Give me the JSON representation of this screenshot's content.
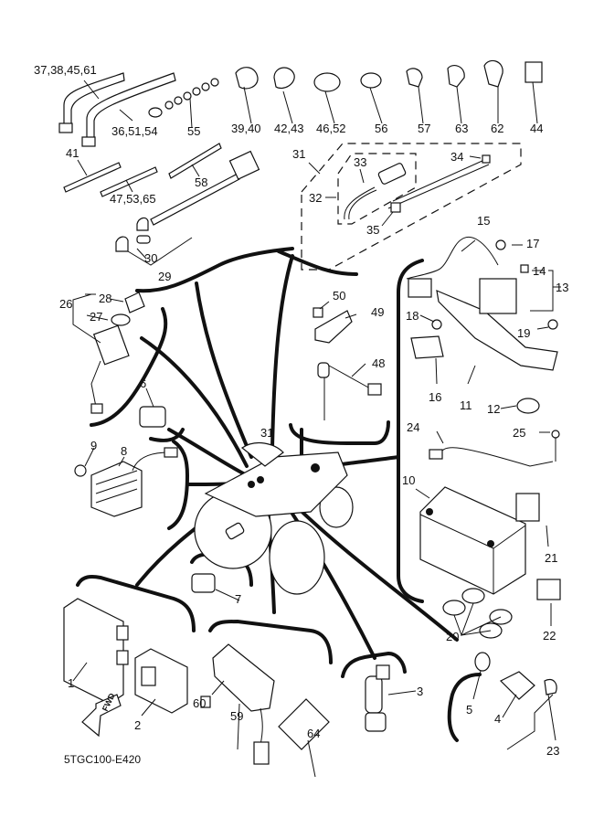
{
  "diagram": {
    "title_code": "5TGC100-E420",
    "fwd_label": "FWD",
    "labels": {
      "p37_38_45_61": "37,38,45,61",
      "p36_51_54": "36,51,54",
      "p55": "55",
      "p39_40": "39,40",
      "p42_43": "42,43",
      "p46_52": "46,52",
      "p56": "56",
      "p57": "57",
      "p63": "63",
      "p62": "62",
      "p44": "44",
      "p41": "41",
      "p47_53_65": "47,53,65",
      "p58": "58",
      "p31_top": "31",
      "p33": "33",
      "p34": "34",
      "p32": "32",
      "p35": "35",
      "p30": "30",
      "p29": "29",
      "p15": "15",
      "p17": "17",
      "p14": "14",
      "p13": "13",
      "p50": "50",
      "p49": "49",
      "p18": "18",
      "p19": "19",
      "p48": "48",
      "p16": "16",
      "p11": "11",
      "p12": "12",
      "p26": "26",
      "p28": "28",
      "p27": "27",
      "p6": "6",
      "p9": "9",
      "p8": "8",
      "p31_center": "31",
      "p24": "24",
      "p25": "25",
      "p10": "10",
      "p21": "21",
      "p7": "7",
      "p20": "20",
      "p22": "22",
      "p1": "1",
      "p2": "2",
      "p60": "60",
      "p59": "59",
      "p64": "64",
      "p3": "3",
      "p5": "5",
      "p4": "4",
      "p23": "23"
    }
  }
}
